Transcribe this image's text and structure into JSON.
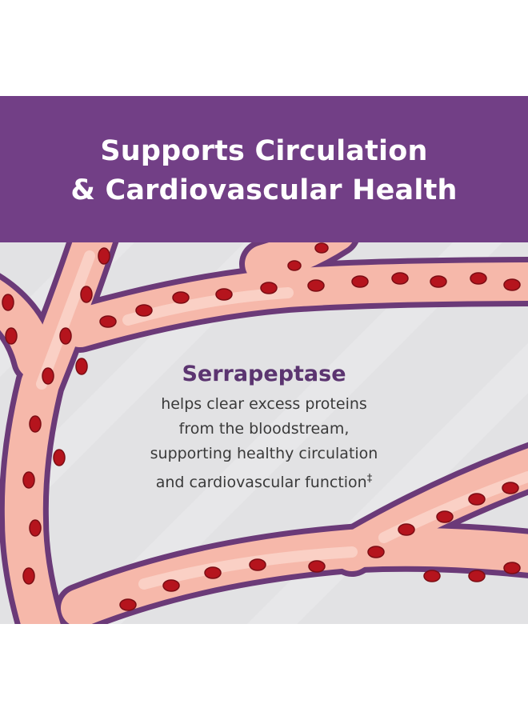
{
  "headline": {
    "line1": "Supports Circulation",
    "line2": "& Cardiovascular Health"
  },
  "info": {
    "product_name": "Serrapeptase",
    "body_lines": [
      "helps clear excess proteins",
      "from the bloodstream,",
      "supporting healthy circulation",
      "and cardiovascular function"
    ],
    "footnote_mark": "‡"
  },
  "colors": {
    "banner": "#723f86",
    "vessel_fill": "#f6b8aa",
    "vessel_outline": "#6b3a78",
    "blood_cell": "#b5141d",
    "background": "#e2e2e4",
    "product_text": "#5b3470",
    "body_text": "#3a3a3a"
  },
  "icons": [
    "blood-vessel-illustration",
    "red-blood-cell-icon"
  ]
}
